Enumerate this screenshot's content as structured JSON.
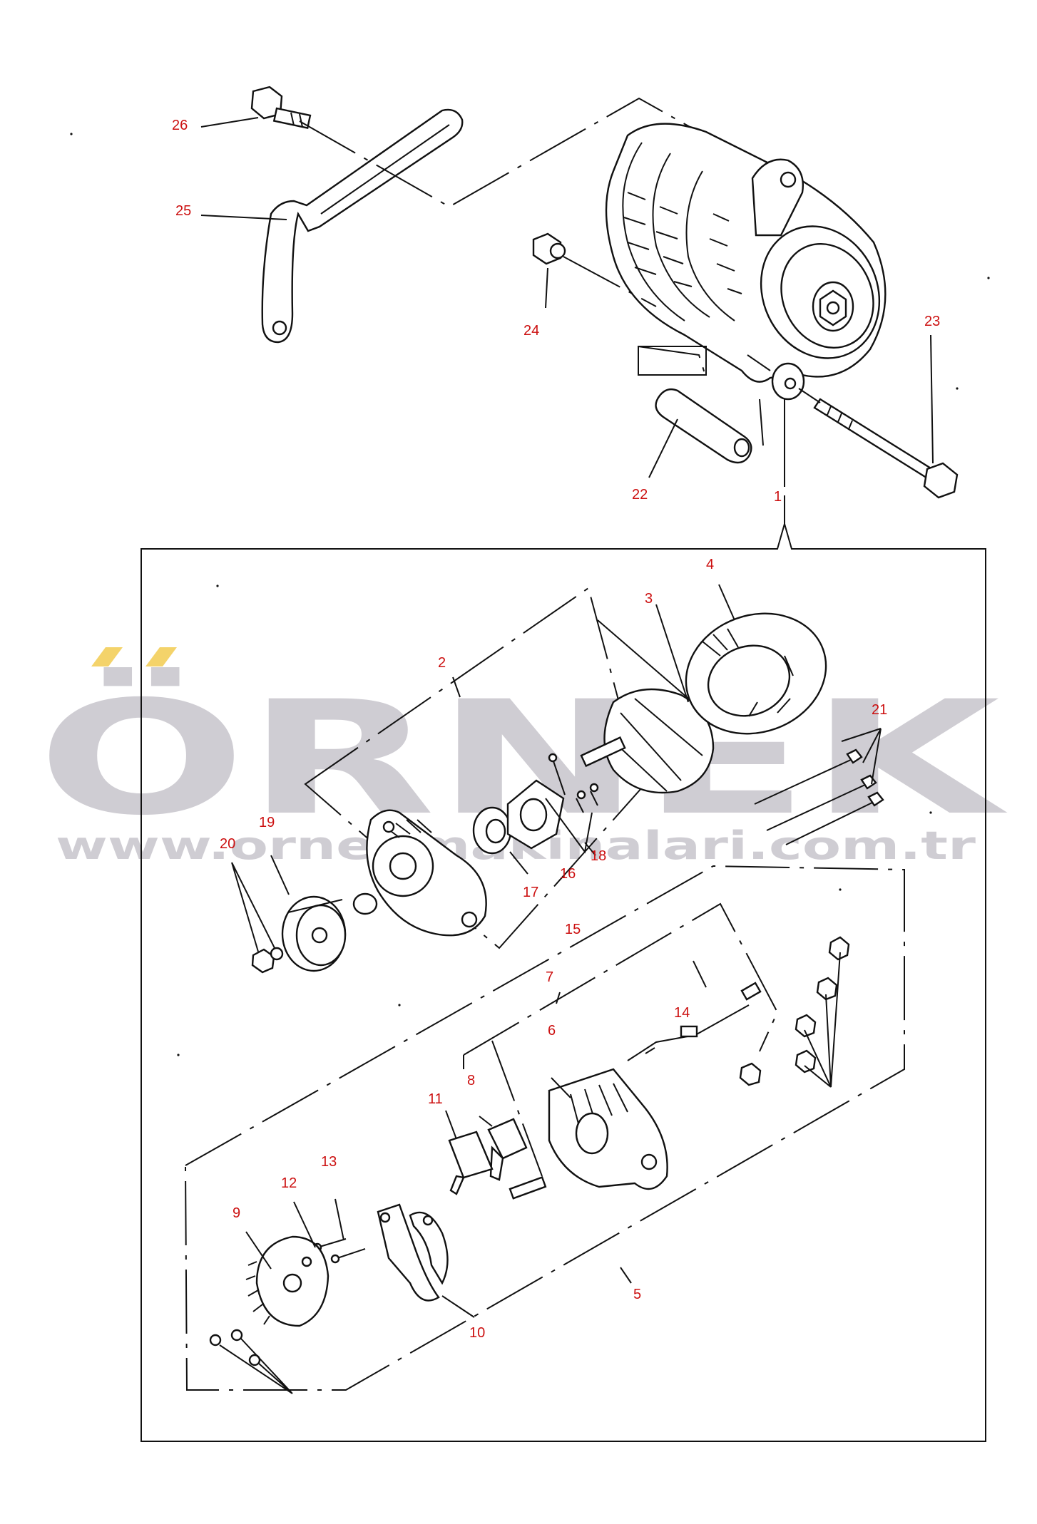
{
  "watermark": {
    "brand": "ÖRNEK",
    "url": "www.ornekmakinalari.com.tr",
    "color": "#cfcdd3",
    "accent": "#f4d36a"
  },
  "callout_color": "#cc1010",
  "callouts": [
    {
      "id": "c1",
      "label": "1"
    },
    {
      "id": "c2",
      "label": "2"
    },
    {
      "id": "c3",
      "label": "3"
    },
    {
      "id": "c4",
      "label": "4"
    },
    {
      "id": "c5",
      "label": "5"
    },
    {
      "id": "c6",
      "label": "6"
    },
    {
      "id": "c7",
      "label": "7"
    },
    {
      "id": "c8",
      "label": "8"
    },
    {
      "id": "c9",
      "label": "9"
    },
    {
      "id": "c10",
      "label": "10"
    },
    {
      "id": "c11",
      "label": "11"
    },
    {
      "id": "c12",
      "label": "12"
    },
    {
      "id": "c13",
      "label": "13"
    },
    {
      "id": "c14",
      "label": "14"
    },
    {
      "id": "c15",
      "label": "15"
    },
    {
      "id": "c16",
      "label": "16"
    },
    {
      "id": "c17",
      "label": "17"
    },
    {
      "id": "c18",
      "label": "18"
    },
    {
      "id": "c19",
      "label": "19"
    },
    {
      "id": "c20",
      "label": "20"
    },
    {
      "id": "c21",
      "label": "21"
    },
    {
      "id": "c22",
      "label": "22"
    },
    {
      "id": "c23",
      "label": "23"
    },
    {
      "id": "c24",
      "label": "24"
    },
    {
      "id": "c25",
      "label": "25"
    },
    {
      "id": "c26",
      "label": "26"
    }
  ],
  "parts_icons": [
    "alternator-assembly-icon",
    "adjusting-bracket-icon",
    "bolt-icon",
    "nut-icon",
    "spacer-collar-icon",
    "long-bolt-icon",
    "drive-end-frame-icon",
    "rotor-icon",
    "stator-icon",
    "rectifier-end-frame-icon",
    "rectifier-icon",
    "brush-holder-icon",
    "regulator-icon",
    "terminal-insulator-icon",
    "pulley-icon",
    "bearing-icon",
    "bearing-retainer-icon",
    "through-bolt-icon",
    "lead-wire-icon"
  ]
}
